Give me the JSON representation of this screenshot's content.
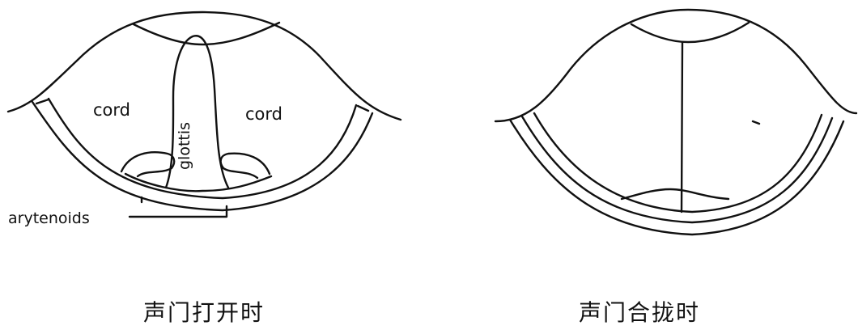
{
  "left_diagram": {
    "label_cord_left": "cord",
    "label_cord_right": "cord",
    "label_glottis": "glottis",
    "label_arytenoids": "arytenoids",
    "caption": "声门打开时"
  },
  "right_diagram": {
    "caption": "声门合拢时"
  }
}
